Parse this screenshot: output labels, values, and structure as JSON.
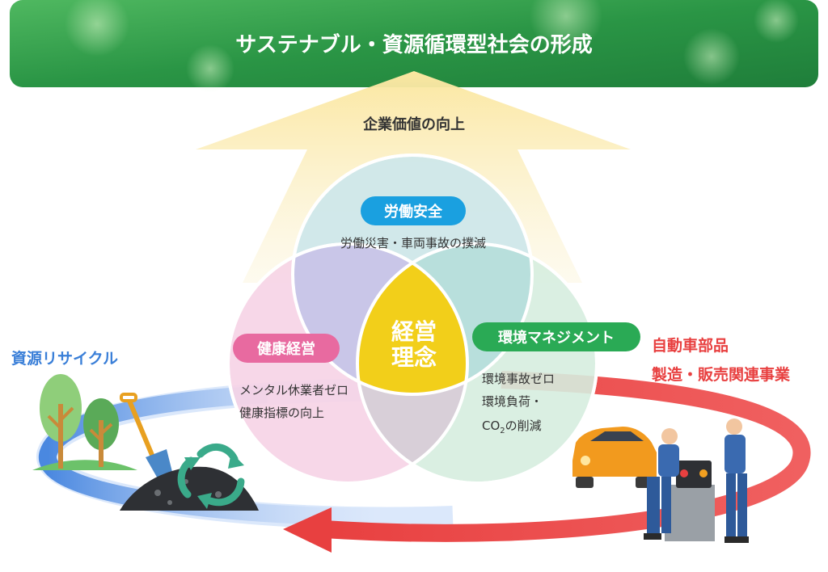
{
  "banner": {
    "title": "サステナブル・資源循環型社会の形成"
  },
  "arrow": {
    "label": "企業価値の向上"
  },
  "circles": {
    "safety": {
      "title": "労働安全",
      "line1": "労働災害・車両事故の撲滅"
    },
    "health": {
      "title": "健康経営",
      "line1": "メンタル休業者ゼロ",
      "line2": "健康指標の向上"
    },
    "environment": {
      "title": "環境マネジメント",
      "line1": "環境事故ゼロ",
      "line2": "環境負荷・",
      "line3_prefix": "CO",
      "line3_sub": "2",
      "line3_suffix": "の削減"
    },
    "center": {
      "line1": "経営",
      "line2": "理念"
    }
  },
  "left_label": "資源リサイクル",
  "right_label": {
    "line1": "自動車部品",
    "line2": "製造・販売関連事業"
  },
  "colors": {
    "banner_green": "#2e9a48",
    "arrow_yellow": "#fbe8a0",
    "safety_blue": "#1aa0e0",
    "health_pink": "#e86aa0",
    "environment_green": "#2aaa55",
    "center_yellow": "#f2cf1a",
    "recycle_blue": "#4a88e0",
    "auto_red": "#e84040"
  },
  "icons": {
    "recycle_scene": [
      "tree-icon",
      "shovel-icon",
      "scrap-pile-icon",
      "recycle-arrows-icon"
    ],
    "auto_scene": [
      "car-icon",
      "mechanics-icon",
      "engine-icon"
    ]
  }
}
